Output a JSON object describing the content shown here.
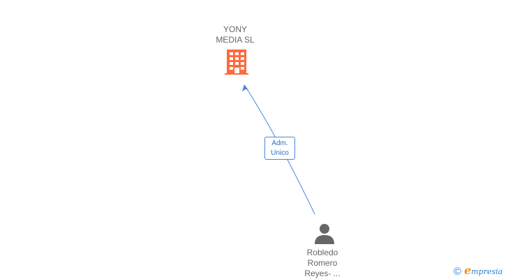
{
  "company": {
    "name_line1": "YONY",
    "name_line2": "MEDIA SL",
    "icon": "building-icon",
    "icon_color": "#ff6a3c"
  },
  "relation": {
    "line1": "Adm.",
    "line2": "Unico",
    "color": "#4a86d8"
  },
  "person": {
    "icon": "person-icon",
    "icon_color": "#666666",
    "name_line1": "Robledo",
    "name_line2": "Romero",
    "name_line3": "Reyes- ..."
  },
  "branding": {
    "copyright_symbol": "©",
    "logo_initial": "e",
    "logo_text": "mpresia",
    "accent_color": "#2e7dd1",
    "logo_initial_color": "#f0960f"
  }
}
